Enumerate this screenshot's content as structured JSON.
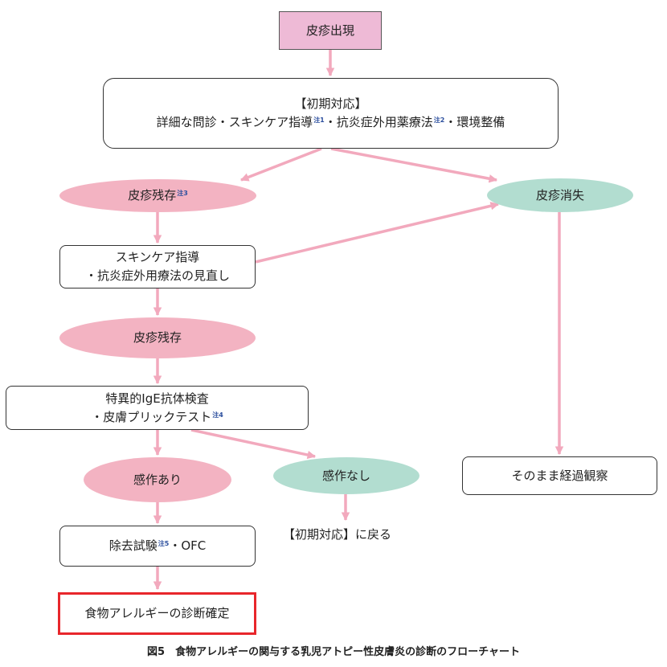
{
  "nodes": {
    "onset": "皮疹出現",
    "initial": {
      "heading": "【初期対応】",
      "part1": "詳細な問診・スキンケア指導",
      "note1": "注1",
      "part2": "・抗炎症外用薬療法",
      "note2": "注2",
      "part3": "・環境整備"
    },
    "remain1": {
      "label": "皮疹残存",
      "note": "注3"
    },
    "resolved": "皮疹消失",
    "review": {
      "line1": "スキンケア指導",
      "line2": "・抗炎症外用療法の見直し"
    },
    "remain2": "皮疹残存",
    "tests": {
      "line1": "特異的IgE抗体検査",
      "line2": "・皮膚プリックテスト",
      "note": "注4"
    },
    "sens_yes": "感作あり",
    "sens_no": "感作なし",
    "back": "【初期対応】に戻る",
    "observe": "そのまま経過観察",
    "elimination": {
      "part1": "除去試験",
      "note": "注5",
      "part2": "・OFC"
    },
    "diagnosis": "食物アレルギーの診断確定"
  },
  "caption": "図5　食物アレルギーの関与する乳児アトピー性皮膚炎の診断のフローチャート",
  "colors": {
    "arrow": "#f2a9bd",
    "start_fill": "#eebad6",
    "ellipse_pink": "#f3b3c2",
    "ellipse_teal": "#b2ddd0",
    "final_border": "#e8262b",
    "note_text": "#2c4f9e"
  }
}
